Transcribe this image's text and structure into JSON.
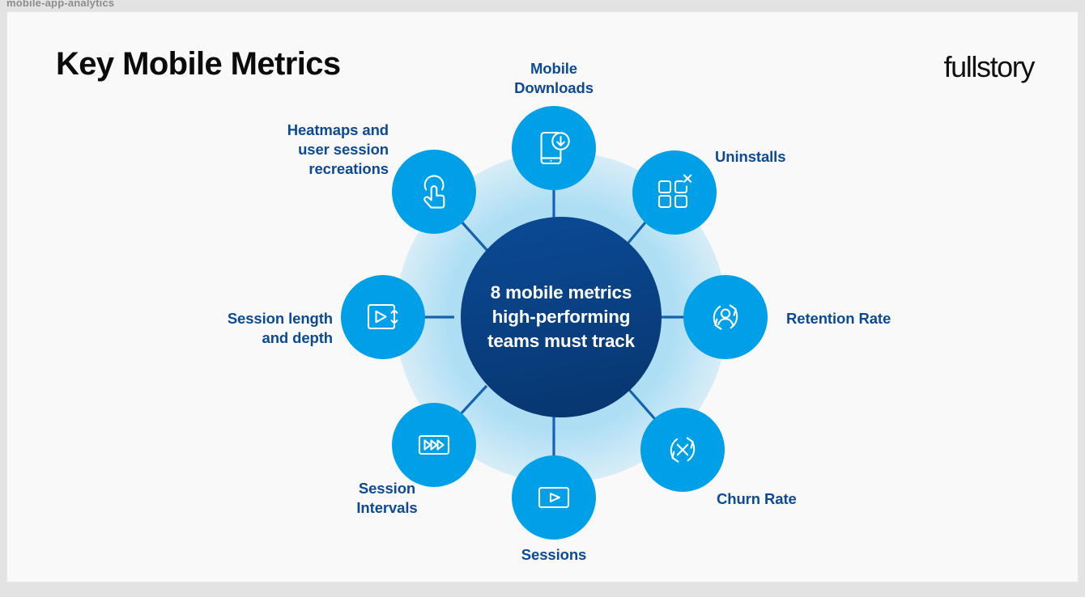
{
  "breadcrumb": "mobile-app-analytics",
  "header": {
    "title": "Key Mobile Metrics",
    "logo": "fullstory"
  },
  "hub": {
    "text": "8 mobile metrics\nhigh-performing\nteams must track"
  },
  "colors": {
    "node_blue": "#00a0e9",
    "hub_navy": "#0a4389",
    "label_navy": "#0d4a93",
    "connector": "#1562b0",
    "card_bg": "#f9f9f9",
    "page_bg": "#e3e3e3"
  },
  "nodes": [
    {
      "id": "mobile-downloads",
      "label": "Mobile\nDownloads",
      "icon": "phone-download-icon"
    },
    {
      "id": "uninstalls",
      "label": "Uninstalls",
      "icon": "app-grid-remove-icon"
    },
    {
      "id": "retention-rate",
      "label": "Retention Rate",
      "icon": "user-refresh-icon"
    },
    {
      "id": "churn-rate",
      "label": "Churn Rate",
      "icon": "refresh-x-icon"
    },
    {
      "id": "sessions",
      "label": "Sessions",
      "icon": "play-screen-icon"
    },
    {
      "id": "session-intervals",
      "label": "Session\nIntervals",
      "icon": "fast-forward-icon"
    },
    {
      "id": "session-length",
      "label": "Session length\nand depth",
      "icon": "play-height-icon"
    },
    {
      "id": "heatmaps",
      "label": "Heatmaps and\nuser session\nrecreations",
      "icon": "tap-hand-icon"
    }
  ]
}
